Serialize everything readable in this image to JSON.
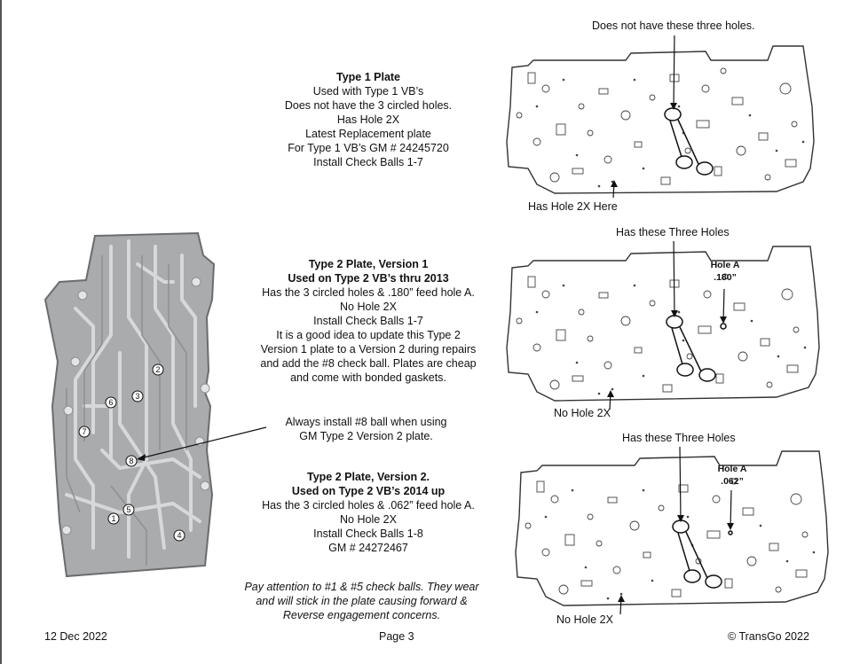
{
  "type1": {
    "title": "Type 1 Plate",
    "lines": [
      "Used  with Type 1 VB’s",
      "Does not have the 3 circled holes.",
      "Has Hole 2X",
      "Latest Replacement plate",
      "For Type 1 VB’s GM # 24245720",
      "Install Check Balls 1-7"
    ]
  },
  "type2v1": {
    "title": "Type 2 Plate, Version 1",
    "subtitle": "Used on Type 2 VB’s thru 2013",
    "lines": [
      "Has the 3 circled holes & .180” feed hole A.",
      "No Hole 2X",
      "Install Check Balls 1-7",
      "It is a good idea to update this Type 2",
      "Version 1 plate to a Version 2 during repairs",
      "and add the #8 check ball. Plates are cheap",
      "and come with bonded gaskets."
    ]
  },
  "ball8_note": {
    "lines": [
      "Always install #8 ball when using",
      "GM Type 2 Version 2 plate."
    ]
  },
  "type2v2": {
    "title": "Type 2 Plate, Version 2.",
    "subtitle": "Used on Type 2 VB’s 2014 up",
    "lines": [
      "Has the 3 circled holes & .062” feed hole A.",
      "No Hole 2X",
      "Install Check Balls 1-8",
      "GM # 24272467"
    ]
  },
  "attention_note": {
    "lines": [
      "Pay attention to #1 & #5 check balls. They wear",
      "and will stick in the plate causing forward &",
      "Reverse engagement concerns."
    ]
  },
  "diagram1": {
    "top_label": "Does not have these three holes.",
    "bottom_label": "Has Hole 2X Here"
  },
  "diagram2": {
    "top_label": "Has these Three Holes",
    "hole_label_1": "Hole A",
    "hole_label_2": ".180”",
    "bottom_label": "No Hole 2X"
  },
  "diagram3": {
    "top_label": "Has these Three Holes",
    "hole_label_1": "Hole A",
    "hole_label_2": ".062”",
    "bottom_label": "No Hole 2X"
  },
  "valve_body": {
    "ball_numbers": [
      "2",
      "3",
      "6",
      "7",
      "8",
      "5",
      "1",
      "4"
    ]
  },
  "footer": {
    "date": "12 Dec 2022",
    "page": "Page 3",
    "copyright": "© TransGo 2022"
  }
}
